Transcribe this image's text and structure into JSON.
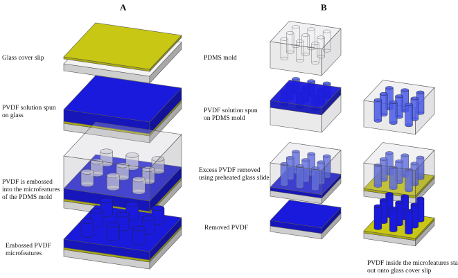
{
  "headers": {
    "a": "A",
    "b": "B"
  },
  "panel_a": {
    "labels": [
      [
        "Glass cover slip"
      ],
      [
        "PVDF solution spun",
        "on glass"
      ],
      [
        "PVDF is embossed",
        "into the microfeatures",
        "of the PDMS mold"
      ],
      [
        "Embossed PVDF",
        "microfeatures"
      ]
    ]
  },
  "panel_b": {
    "labels": [
      [
        "PDMS mold"
      ],
      [
        "PVDF solution spun",
        "on PDMS mold"
      ],
      [
        "Excess PVDF removed",
        "using preheated glass slide"
      ],
      [
        "Removed PVDF"
      ],
      [
        "PVDF inside the microfeatures stamped",
        "out onto glass cover slip"
      ]
    ]
  },
  "colors": {
    "pvdf": "#1a1adc",
    "glass_coating": "#c8c814",
    "glass": "#f2f2f2",
    "pdms": "#c8c8d0",
    "cylinder": "#4a5ae8"
  }
}
